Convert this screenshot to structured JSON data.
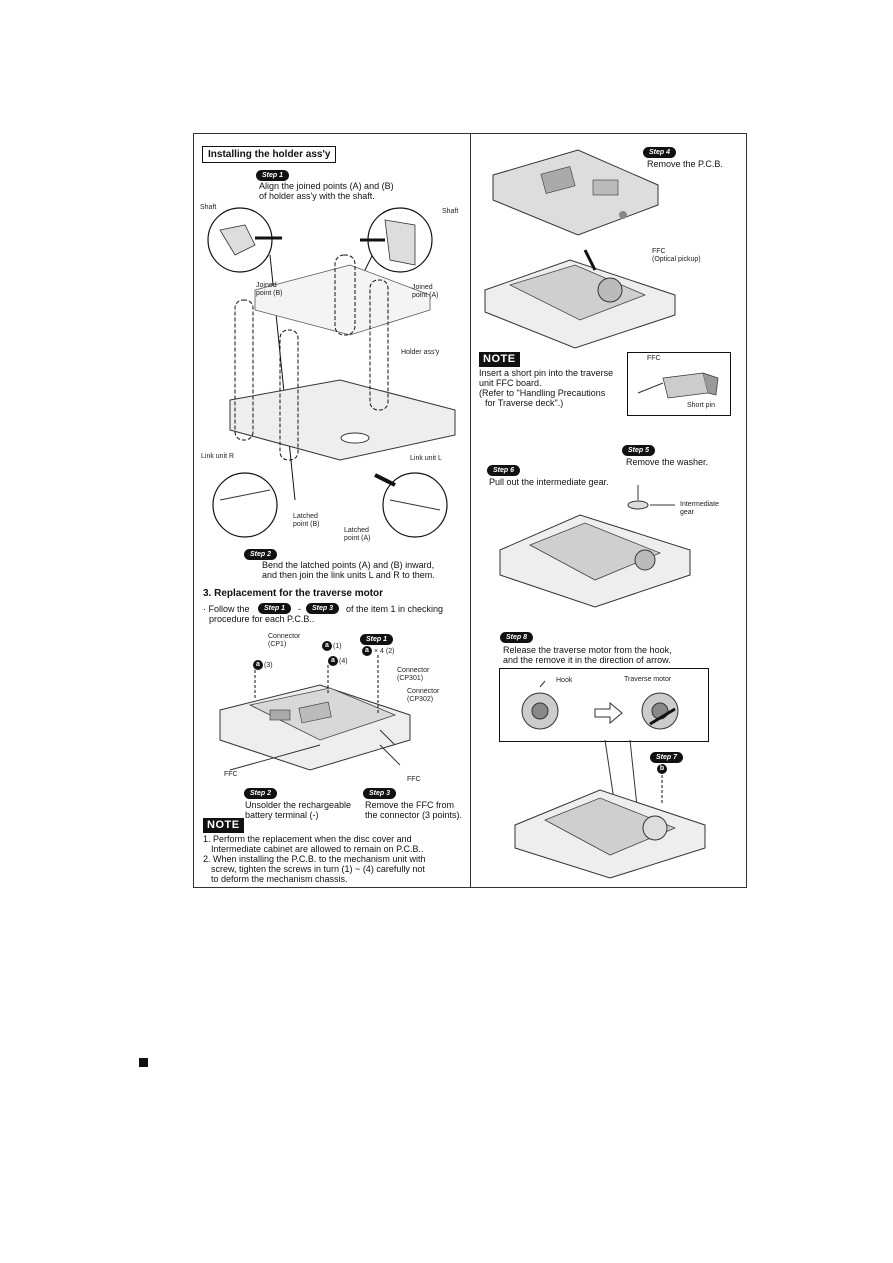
{
  "left": {
    "section_title": "Installing the holder ass'y",
    "step1_badge": "Step 1",
    "step1_text_1": "Align the joined points (A) and (B)",
    "step1_text_2": "of holder ass'y with the shaft.",
    "labels": {
      "shaft_left": "Shaft",
      "shaft_right": "Shaft",
      "joined_b": "Joined\npoint (B)",
      "joined_a": "Joined\npoint (A)",
      "holder": "Holder ass'y",
      "link_r": "Link unit R",
      "link_l": "Link unit L",
      "latched_b": "Latched\npoint (B)",
      "latched_a": "Latched\npoint (A)"
    },
    "step2_badge": "Step 2",
    "step2_text_1": "Bend the latched points (A) and (B) inward,",
    "step2_text_2": "and then join the link units L and R to them.",
    "heading_3": "3. Replacement for the traverse motor",
    "follow_pre": "· Follow the",
    "follow_step_a": "Step 1",
    "follow_dash": "-",
    "follow_step_b": "Step 3",
    "follow_post": "of the item 1 in checking",
    "follow_line2": "procedure for each P.C.B..",
    "conn_cp1": "Connector\n(CP1)",
    "screw_1": "(1)",
    "screw_4": "(4)",
    "screw_3": "(3)",
    "step1b_badge": "Step 1",
    "screw_count": "× 4 (2)",
    "conn_cp301": "Connector\n(CP301)",
    "conn_cp302": "Connector\n(CP302)",
    "ffc_left": "FFC",
    "ffc_right": "FFC",
    "circle_a": "a",
    "step2b_badge": "Step 2",
    "step2b_text_1": "Unsolder the rechargeable",
    "step2b_text_2": "battery terminal (-)",
    "step3_badge": "Step 3",
    "step3_text_1": "Remove the FFC from",
    "step3_text_2": "the connector (3 points).",
    "note_badge": "NOTE",
    "note_1a": "1. Perform the replacement when the disc cover and",
    "note_1b": "Intermediate cabinet are allowed to remain on P.C.B..",
    "note_2a": "2. When installing the P.C.B. to the mechanism unit with",
    "note_2b": "screw, tighten the screws in turn (1) ~ (4) carefully not",
    "note_2c": "to deform the mechanism chassis."
  },
  "right": {
    "step4_badge": "Step 4",
    "step4_text": "Remove the P.C.B.",
    "ffc_label": "FFC\n(Optical pickup)",
    "note_badge": "NOTE",
    "note_1": "Insert a short pin into the traverse",
    "note_2": "unit FFC board.",
    "note_3": "(Refer to \"Handling Precautions",
    "note_4": "for Traverse deck\".)",
    "inset_ffc": "FFC",
    "inset_pin": "Short pin",
    "step5_badge": "Step 5",
    "step5_text": "Remove the washer.",
    "step6_badge": "Step 6",
    "step6_text": "Pull out the intermediate gear.",
    "gear_label": "Intermediate\ngear",
    "step8_badge": "Step 8",
    "step8_text_1": "Release the traverse motor from the hook,",
    "step8_text_2": "and the remove it in the direction of arrow.",
    "hook_label": "Hook",
    "motor_label": "Traverse motor",
    "step7_badge": "Step 7",
    "circle_b": "b"
  }
}
